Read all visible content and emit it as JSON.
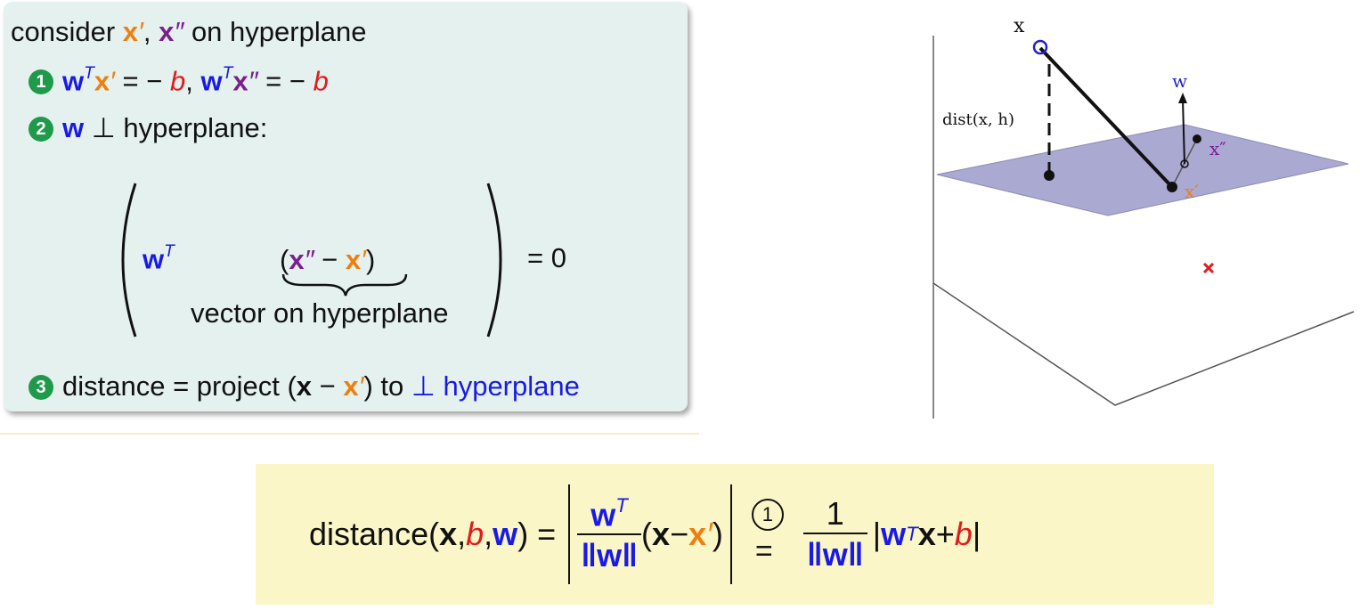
{
  "slide": {
    "line1": {
      "text": "consider ",
      "xprime": "x",
      "sep": ", ",
      "xdouble": "x",
      "rest": " on hyperplane"
    },
    "item1": {
      "num": "1",
      "w": "w",
      "T": "T",
      "x": "x",
      "eq": " = − ",
      "b": "b",
      "comma": ", ",
      "eq2": " = − "
    },
    "item2": {
      "num": "2",
      "w": "w",
      "perp": " ⊥ hyperplane:"
    },
    "equation": {
      "w": "w",
      "T": "T",
      "lparen": "(",
      "xdd": "x",
      "minus": " − ",
      "xd": "x",
      "rparen": ")",
      "brace_label": "vector on hyperplane",
      "equals_zero": "= 0"
    },
    "item3": {
      "num": "3",
      "text": "distance = project (",
      "x": "x",
      "minus": " − ",
      "xprime": "x",
      "close": ") to ",
      "perp_hyper": "⊥ hyperplane"
    }
  },
  "formula": {
    "distance": "distance(",
    "x": "x",
    "c1": ", ",
    "b": "b",
    "c2": ", ",
    "w": "w",
    "close": ") =",
    "num_w": "w",
    "num_T": "T",
    "den_norm": "‖w‖",
    "paren_x": "(",
    "paren_minus": " − ",
    "paren_xprime": "x",
    "paren_close": ")",
    "ref": "1",
    "one": "1",
    "den2": "‖w‖",
    "abs_w": "w",
    "abs_T": "T",
    "abs_x": "x",
    "abs_plus": " + ",
    "abs_b": "b"
  },
  "figure": {
    "label_x": "x",
    "label_w": "w",
    "label_dist": "dist(x, h)",
    "label_xprime": "x′",
    "label_xdouble": "x″",
    "colors": {
      "plane": "#a9a9d2",
      "point_x": "#2222cc",
      "xprime": "#f07e0c",
      "xdouble": "#7a1f8f",
      "cross": "#e01b1b"
    }
  }
}
